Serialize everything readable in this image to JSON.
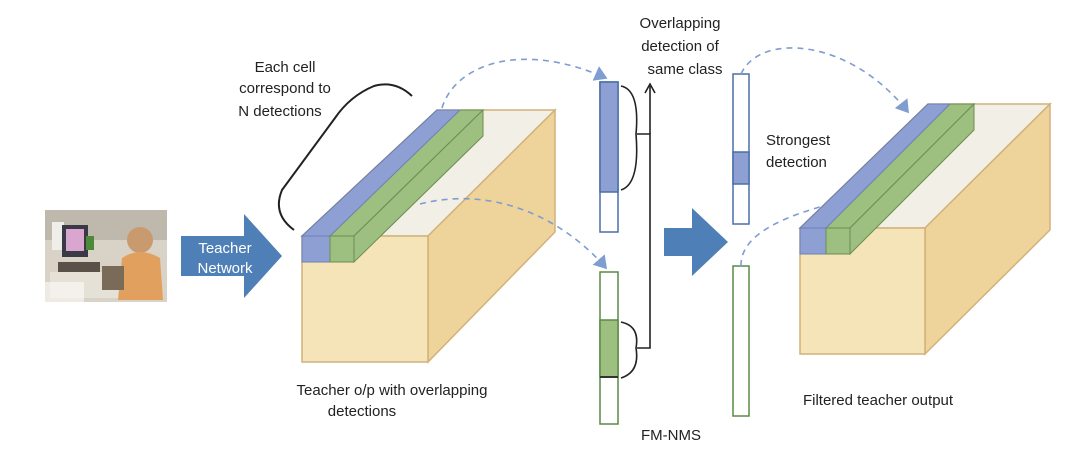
{
  "labels": {
    "cell_line1": "Each cell",
    "cell_line2": "correspond to",
    "cell_line3": "N detections",
    "teacher_line1": "Teacher",
    "teacher_line2": "Network",
    "overlap_line1": "Overlapping",
    "overlap_line2": "detection of",
    "overlap_line3": "same class",
    "strongest_line1": "Strongest",
    "strongest_line2": "detection",
    "teacher_out_line1": "Teacher o/p with overlapping",
    "teacher_out_line2": "detections",
    "fmnms": "FM-NMS",
    "filtered": "Filtered teacher output"
  },
  "colors": {
    "cube_front": "#f5e4b8",
    "cube_side": "#eed39b",
    "cube_top": "#f2efe6",
    "cube_edge": "#d2b27a",
    "blue_cell": "#8e9fd3",
    "green_cell": "#9dbf7f",
    "arrow_blue": "#4e7fb7",
    "dashed": "#7f9ecf"
  },
  "icons": {
    "input_image": "classroom-photo-icon"
  }
}
